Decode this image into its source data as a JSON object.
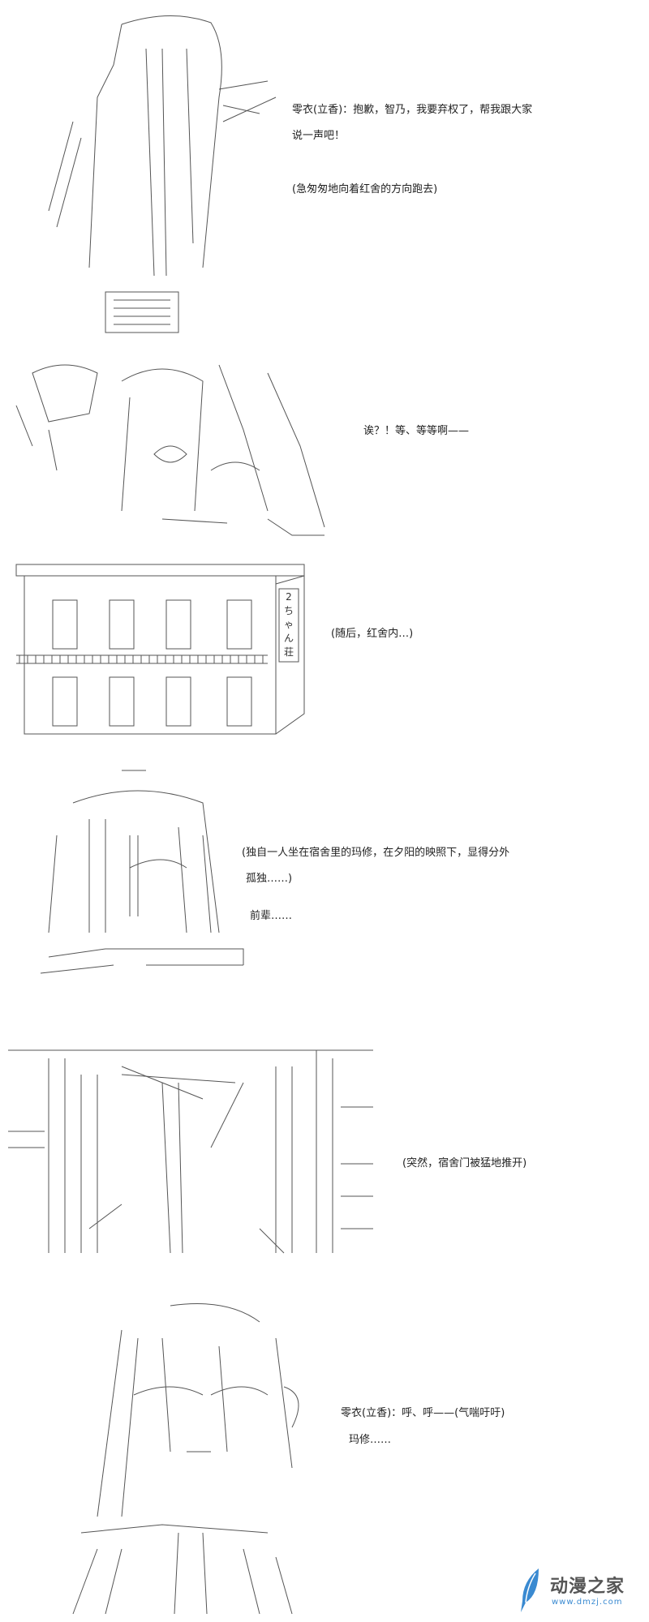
{
  "panels": [
    {
      "lines": [
        "零衣(立香)：抱歉，智乃，我要弃权了，帮我跟大家",
        "说一声吧！",
        "(急匆匆地向着红舍的方向跑去)"
      ]
    },
    {
      "lines": [
        "诶？！等、等等啊——"
      ]
    },
    {
      "lines": [
        "(随后，红舍内…)"
      ],
      "sign": [
        "2",
        "ち",
        "ゃ",
        "ん",
        "荘"
      ]
    },
    {
      "lines": [
        "(独自一人坐在宿舍里的玛修，在夕阳的映照下，显得分外",
        "孤独……)",
        "前辈……"
      ]
    },
    {
      "lines": [
        "(突然，宿舍门被猛地推开)"
      ]
    },
    {
      "lines": [
        "零衣(立香)：呼、呼——(气喘吁吁)",
        "玛修……"
      ]
    }
  ],
  "watermark": {
    "title": "动漫之家",
    "url": "www.dmzj.com",
    "accent": "#3a8ad1"
  }
}
